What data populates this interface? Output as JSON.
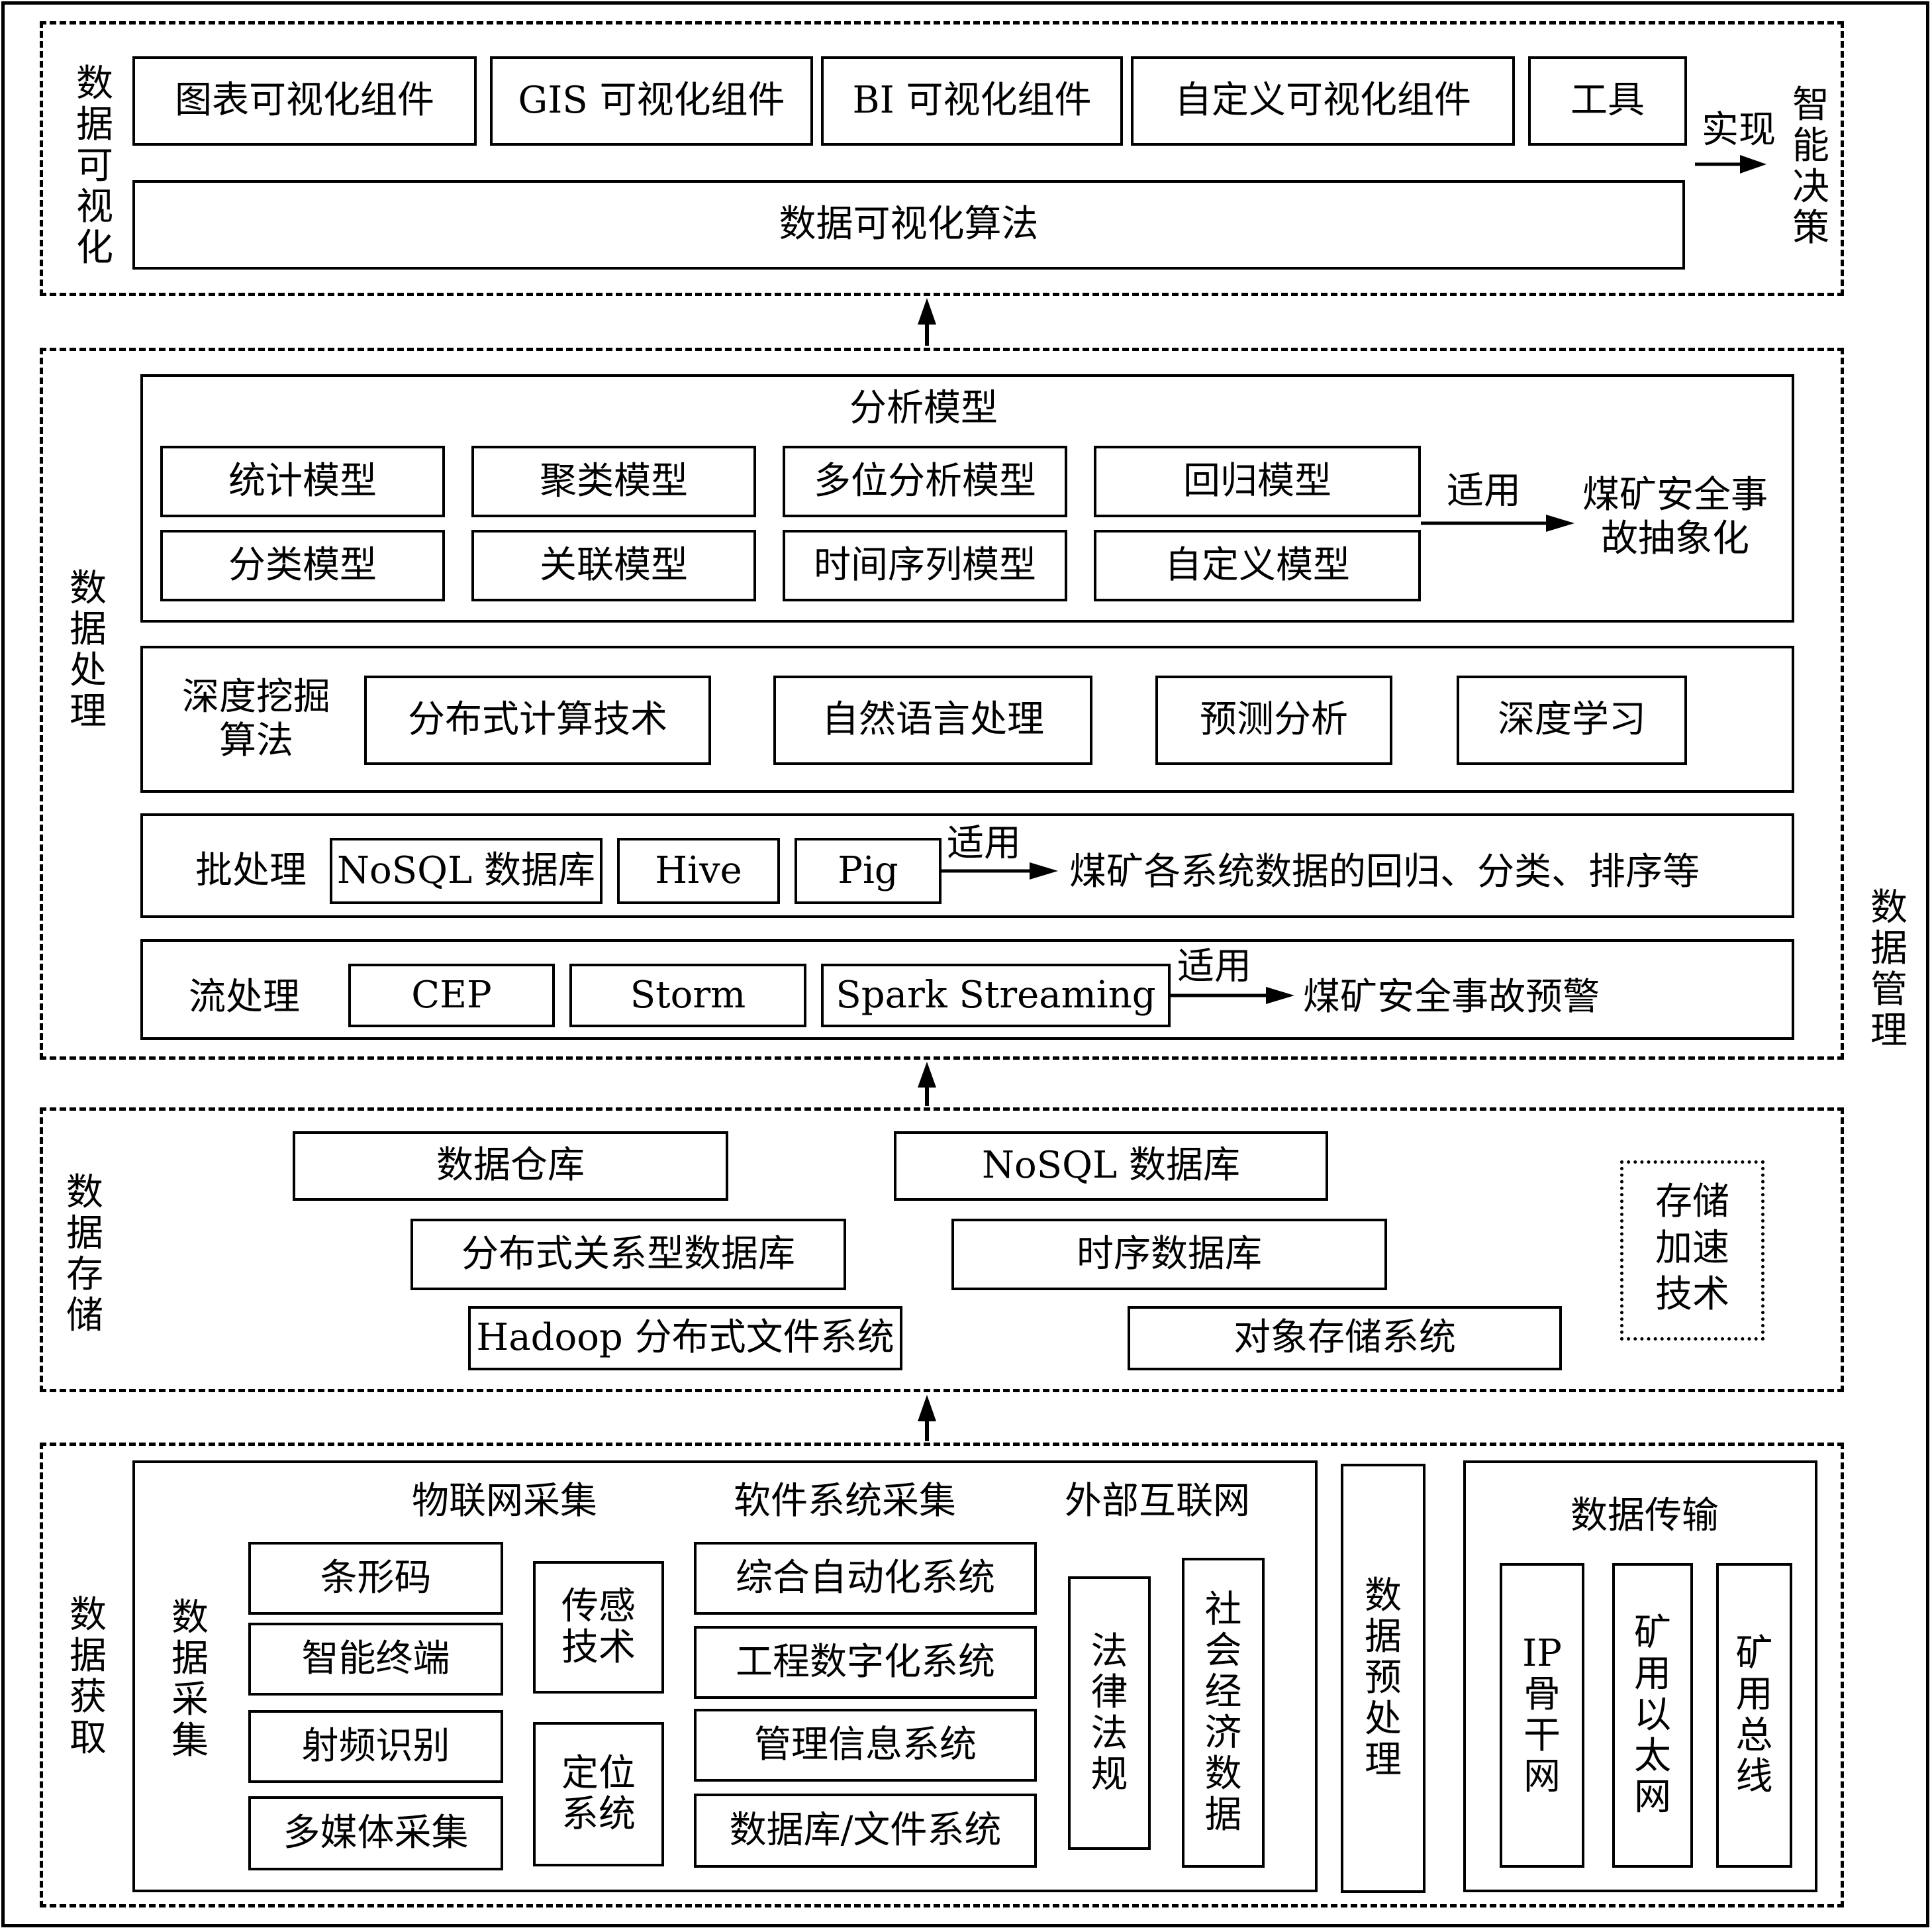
{
  "visualization": {
    "label": "数据可视化",
    "components": [
      "图表可视化组件",
      "GIS 可视化组件",
      "BI 可视化组件",
      "自定义可视化组件",
      "工具"
    ],
    "algorithm": "数据可视化算法",
    "arrow_label": "实现",
    "target": "智能决策"
  },
  "processing": {
    "label": "数据处理",
    "analysis": {
      "title": "分析模型",
      "models_row1": [
        "统计模型",
        "聚类模型",
        "多位分析模型",
        "回归模型"
      ],
      "models_row2": [
        "分类模型",
        "关联模型",
        "时间序列模型",
        "自定义模型"
      ],
      "arrow_label": "适用",
      "target": "煤矿安全事故抽象化"
    },
    "deep_mining": {
      "label": "深度挖掘算法",
      "items": [
        "分布式计算技术",
        "自然语言处理",
        "预测分析",
        "深度学习"
      ]
    },
    "batch": {
      "label": "批处理",
      "items": [
        "NoSQL 数据库",
        "Hive",
        "Pig"
      ],
      "arrow_label": "适用",
      "target": "煤矿各系统数据的回归、分类、排序等"
    },
    "stream": {
      "label": "流处理",
      "items": [
        "CEP",
        "Storm",
        "Spark Streaming"
      ],
      "arrow_label": "适用",
      "target": "煤矿安全事故预警"
    }
  },
  "management_label": "数据管理",
  "storage": {
    "label": "数据存储",
    "items": [
      "数据仓库",
      "NoSQL 数据库",
      "分布式关系型数据库",
      "时序数据库",
      "Hadoop 分布式文件系统",
      "对象存储系统"
    ],
    "acceleration": "存储加速技术"
  },
  "acquisition": {
    "label": "数据获取",
    "collection": {
      "label": "数据采集",
      "headers": [
        "物联网采集",
        "软件系统采集",
        "外部互联网"
      ],
      "iot_items": [
        "条形码",
        "智能终端",
        "射频识别",
        "多媒体采集"
      ],
      "iot_tech": [
        "传感技术",
        "定位系统"
      ],
      "software_items": [
        "综合自动化系统",
        "工程数字化系统",
        "管理信息系统",
        "数据库/文件系统"
      ],
      "internet_items": [
        "法律法规",
        "社会经济数据"
      ]
    },
    "preprocessing": "数据预处理",
    "transmission": {
      "title": "数据传输",
      "items": [
        "IP骨干网",
        "矿用以太网",
        "矿用总线"
      ]
    }
  }
}
